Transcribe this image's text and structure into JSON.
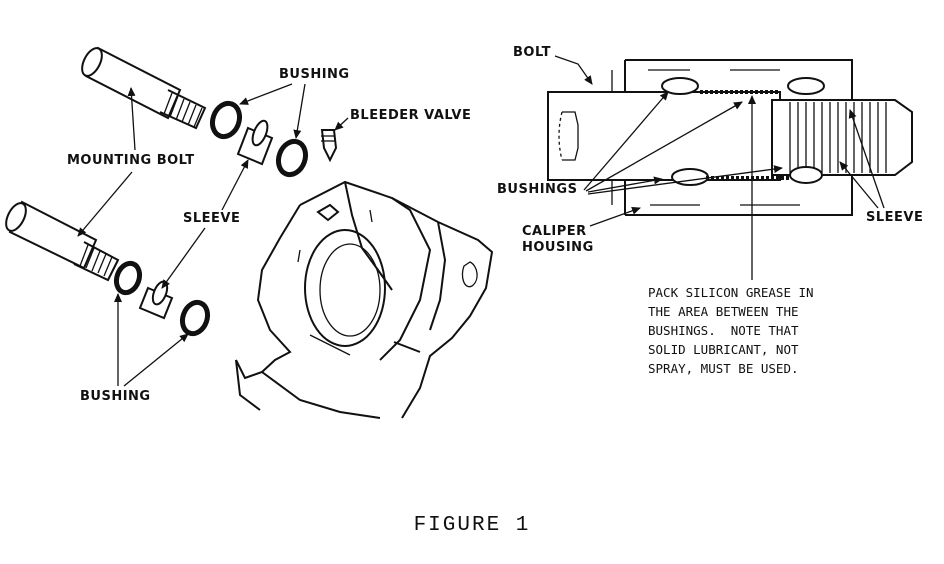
{
  "labels": {
    "bushing_top": "BUSHING",
    "bleeder_valve": "BLEEDER VALVE",
    "mounting_bolt": "MOUNTING BOLT",
    "sleeve_left": "SLEEVE",
    "bushing_bottom": "BUSHING",
    "bolt": "BOLT",
    "bushings": "BUSHINGS",
    "caliper_housing_line1": "CALIPER",
    "caliper_housing_line2": "HOUSING",
    "sleeve_right": "SLEEVE"
  },
  "note": {
    "line1": "PACK SILICON GREASE IN",
    "line2": "THE AREA BETWEEN THE",
    "line3": "BUSHINGS.  NOTE THAT",
    "line4": "SOLID LUBRICANT, NOT",
    "line5": "SPRAY, MUST BE USED."
  },
  "caption": "FIGURE 1"
}
